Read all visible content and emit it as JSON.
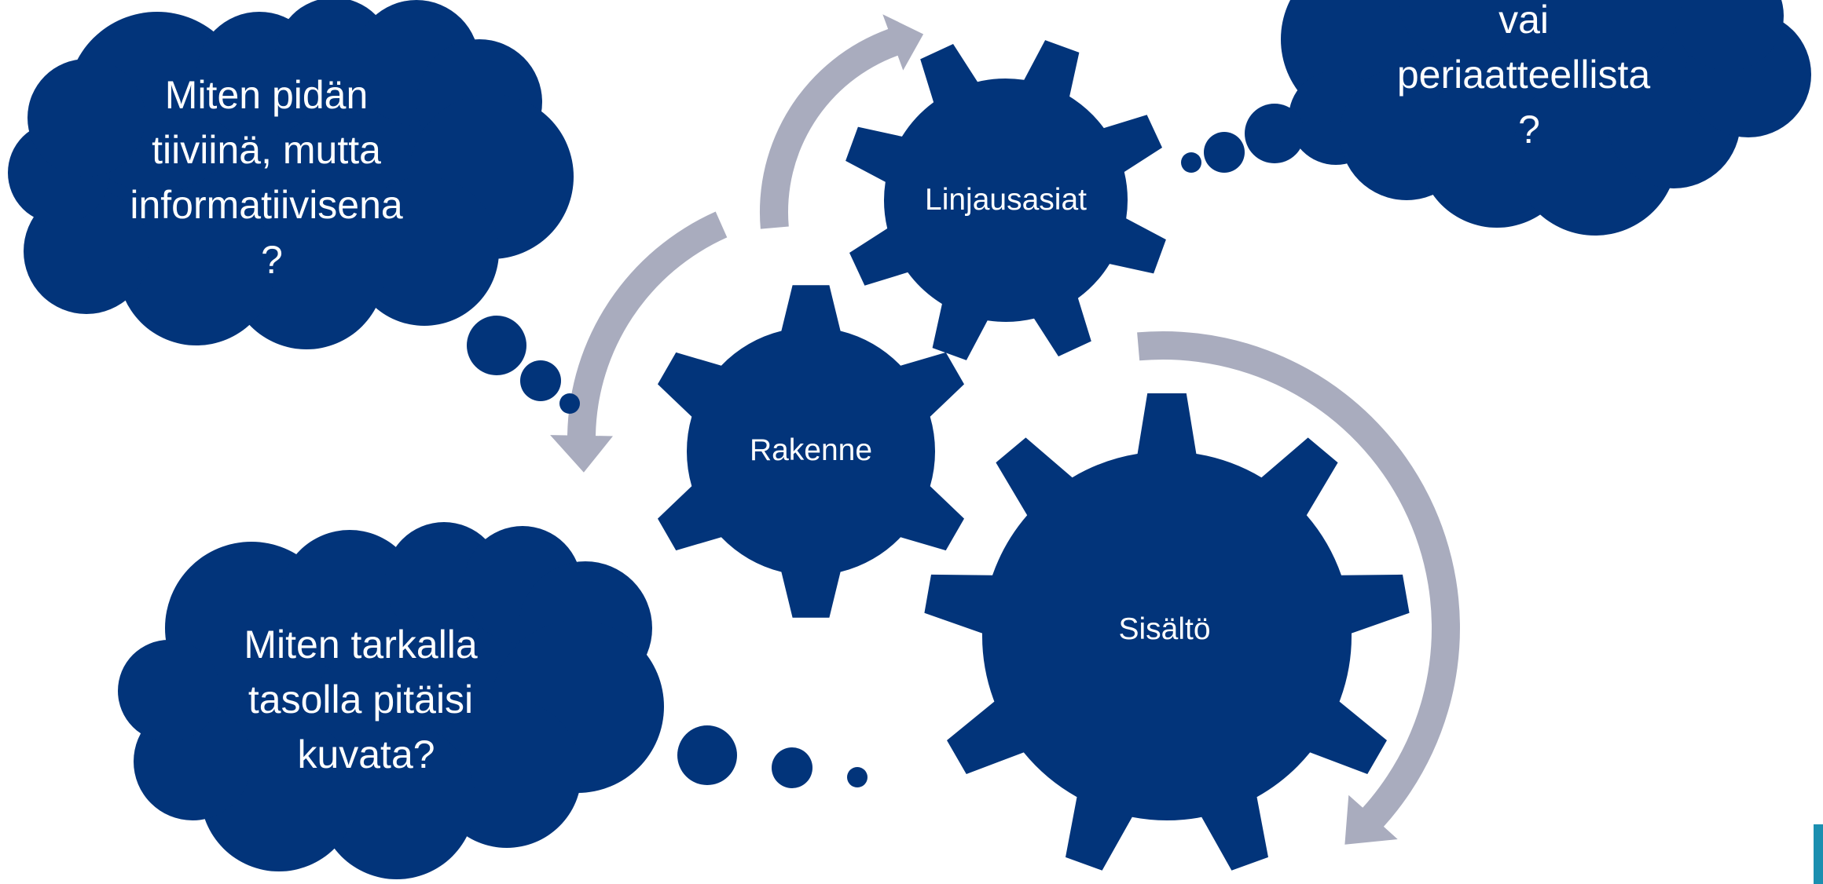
{
  "colors": {
    "shape_fill": "#02347A",
    "arrow_fill": "#A9ACBE",
    "text": "#FFFFFF",
    "corner_accent": "#1B8FB0"
  },
  "gears": {
    "linjausasiat": {
      "label": "Linjausasiat"
    },
    "rakenne": {
      "label": "Rakenne"
    },
    "sisalto": {
      "label": "Sisältö"
    }
  },
  "clouds": {
    "top_left": {
      "lines": [
        "Miten pidän",
        "tiiviinä, mutta",
        "informatiivisena",
        "?"
      ]
    },
    "top_right": {
      "lines": [
        "vai",
        "periaatteellista",
        "?"
      ]
    },
    "bottom_left": {
      "lines": [
        "Miten tarkalla",
        "tasolla pitäisi",
        "kuvata?"
      ]
    }
  }
}
